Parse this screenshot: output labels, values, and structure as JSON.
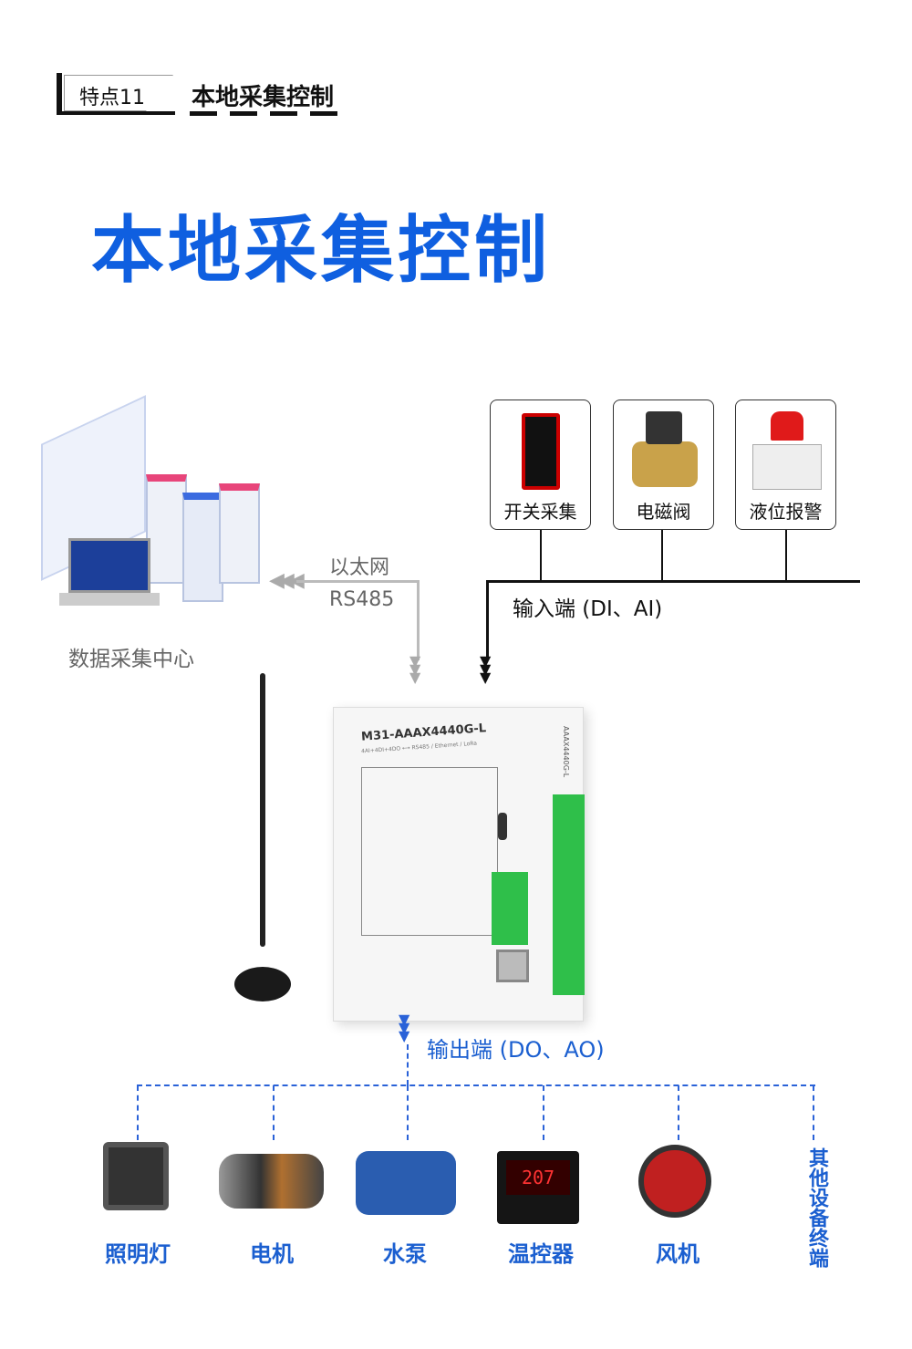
{
  "header": {
    "badge": "特点11",
    "subtitle": "本地采集控制"
  },
  "title": "本地采集控制",
  "data_center": {
    "label": "数据采集中心"
  },
  "link": {
    "line1": "以太网",
    "line2": "RS485"
  },
  "inputs": {
    "label": "输入端 (DI、AI)",
    "items": [
      {
        "label": "开关采集"
      },
      {
        "label": "电磁阀"
      },
      {
        "label": "液位报警"
      }
    ]
  },
  "device": {
    "model": "M31-AAAX4440G-L",
    "sub": "4AI+4DI+4DO ⟷ RS485 / Ethernet / LoRa",
    "side": "AAAX4440G-L"
  },
  "outputs": {
    "label": "输出端 (DO、AO)",
    "items": [
      {
        "label": "照明灯"
      },
      {
        "label": "电机"
      },
      {
        "label": "水泵"
      },
      {
        "label": "温控器"
      },
      {
        "label": "风机"
      },
      {
        "label": "其他设备终端"
      }
    ]
  },
  "colors": {
    "accent": "#0f5fe0",
    "dashed": "#2a62d8",
    "terminal": "#2fbf4a"
  }
}
